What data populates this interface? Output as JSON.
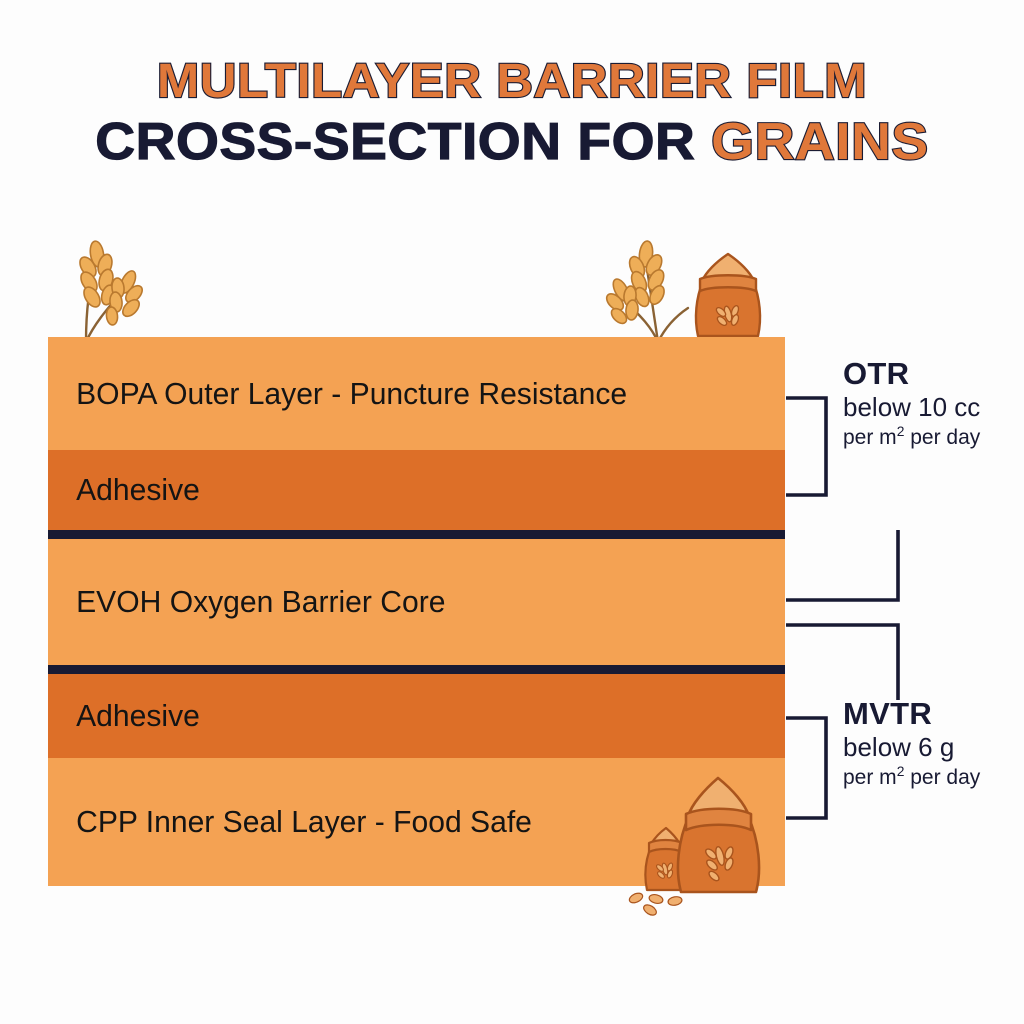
{
  "title": {
    "line1": "MULTILAYER BARRIER FILM",
    "line2_navy": "CROSS-SECTION FOR",
    "line2_orange": "GRAINS"
  },
  "colors": {
    "background": "#fdfdfd",
    "layer_light": "#f4a253",
    "layer_adhesive": "#dd6f28",
    "divider_navy": "#181a33",
    "title_orange": "#e0783a",
    "title_navy": "#181a33",
    "label_text": "#141414",
    "sack_orange": "#d9742f",
    "wheat_gold": "#e9a94e"
  },
  "stack": {
    "layers": [
      {
        "id": "bopa",
        "label": "BOPA Outer Layer - Puncture Resistance",
        "color": "#f4a253"
      },
      {
        "id": "adhesive1",
        "label": "Adhesive",
        "color": "#dd6f28"
      },
      {
        "id": "evoh",
        "label": "EVOH Oxygen Barrier Core",
        "color": "#f4a253"
      },
      {
        "id": "adhesive2",
        "label": "Adhesive",
        "color": "#dd6f28"
      },
      {
        "id": "cpp",
        "label": "CPP Inner Seal Layer - Food Safe",
        "color": "#f4a253"
      }
    ]
  },
  "annotations": [
    {
      "id": "otr",
      "title": "OTR",
      "line1": "below 10 cc",
      "line2_prefix": "per m",
      "line2_sup": "2",
      "line2_suffix": " per day",
      "spans": [
        "bopa",
        "adhesive1"
      ]
    },
    {
      "id": "mvtr",
      "title": "MVTR",
      "line1": "below 6 g",
      "line2_prefix": "per m",
      "line2_sup": "2",
      "line2_suffix": " per day",
      "spans": [
        "adhesive2",
        "cpp"
      ]
    }
  ],
  "decorations": [
    {
      "id": "wheat-left",
      "name": "wheat-stalks-icon"
    },
    {
      "id": "wheat-right",
      "name": "wheat-stalks-icon"
    },
    {
      "id": "sack-top",
      "name": "grain-sack-icon"
    },
    {
      "id": "sack-bottom",
      "name": "grain-sacks-icon"
    }
  ]
}
